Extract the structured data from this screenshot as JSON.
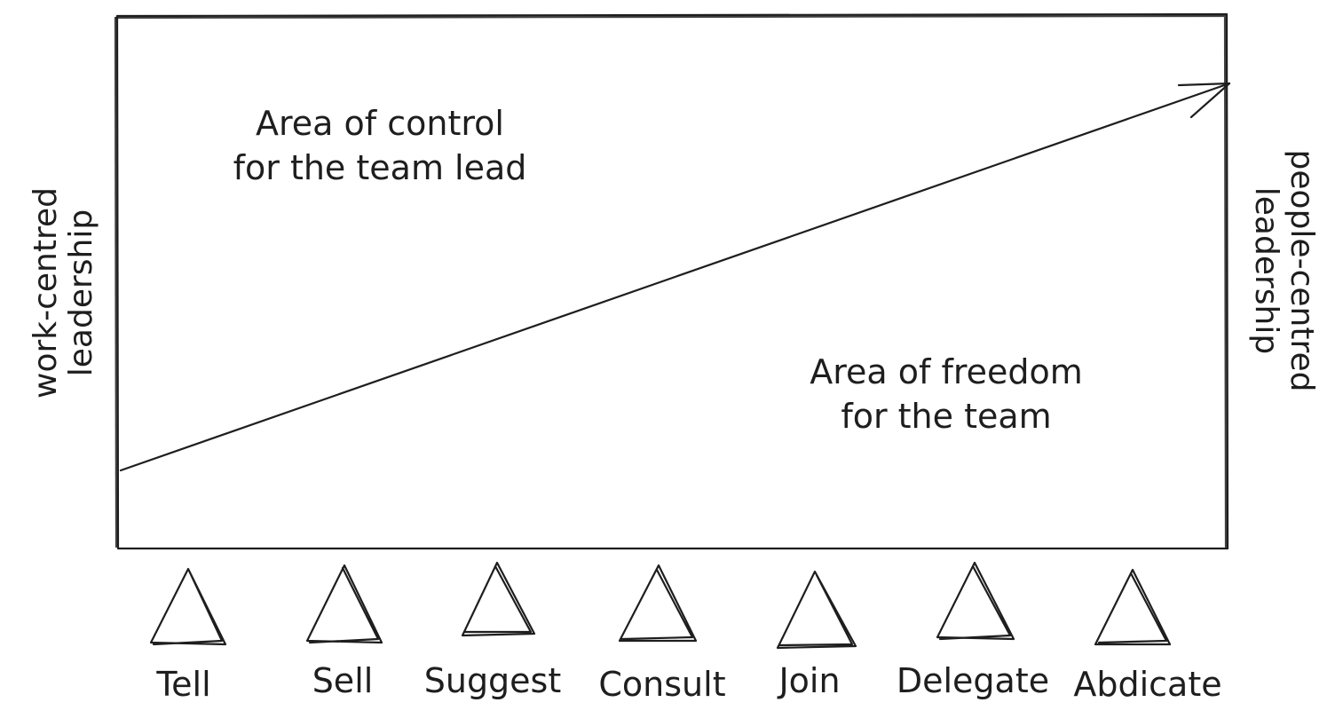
{
  "diagram": {
    "control_area": {
      "line1": "Area of control",
      "line2": "for the team lead"
    },
    "freedom_area": {
      "line1": "Area of freedom",
      "line2": "for the team"
    },
    "left_axis": {
      "line1": "work-centred",
      "line2": "leadership"
    },
    "right_axis": {
      "line1": "people-centred",
      "line2": "leadership"
    },
    "styles": [
      {
        "label": "Tell"
      },
      {
        "label": "Sell"
      },
      {
        "label": "Suggest"
      },
      {
        "label": "Consult"
      },
      {
        "label": "Join"
      },
      {
        "label": "Delegate"
      },
      {
        "label": "Abdicate"
      }
    ],
    "colors": {
      "ink": "#1e1e1e",
      "background": "#ffffff"
    }
  }
}
